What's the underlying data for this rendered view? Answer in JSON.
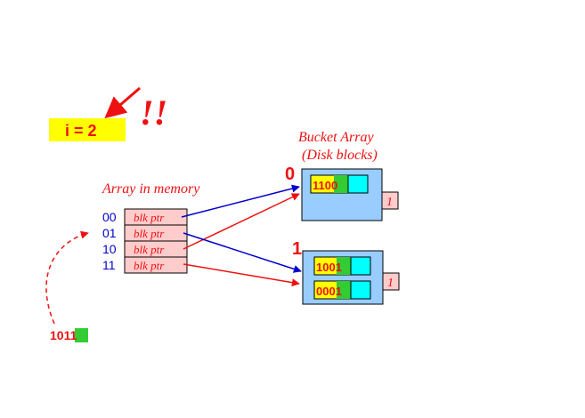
{
  "colors": {
    "red": "#ee1111",
    "blue": "#0000cc",
    "yellow": "#ffff00",
    "cyan": "#00ffff",
    "green": "#33cc33",
    "pink": "#ffcccc",
    "bucket_fill": "#99ccff"
  },
  "global_depth": {
    "label": "i = 2",
    "exclaim": "!!"
  },
  "array_title": "Array in memory",
  "directory": [
    {
      "index": "00",
      "ptr": "blk ptr"
    },
    {
      "index": "01",
      "ptr": "blk ptr"
    },
    {
      "index": "10",
      "ptr": "blk ptr"
    },
    {
      "index": "11",
      "ptr": "blk ptr"
    }
  ],
  "bucket_title": {
    "line1": "Bucket Array",
    "line2": "(Disk blocks)"
  },
  "buckets": [
    {
      "label": "0",
      "local_depth": "1",
      "records": [
        {
          "key_prefix": "110",
          "key_suffix": "0"
        }
      ]
    },
    {
      "label": "1",
      "local_depth": "1",
      "records": [
        {
          "key_prefix": "100",
          "key_suffix": "1"
        },
        {
          "key_prefix": "000",
          "key_suffix": "1"
        }
      ]
    }
  ],
  "lookup_key": {
    "prefix": "101",
    "suffix": "1"
  },
  "pointers": [
    {
      "from": "00",
      "to": "0",
      "color": "blue"
    },
    {
      "from": "10",
      "to": "0",
      "color": "red"
    },
    {
      "from": "01",
      "to": "1",
      "color": "blue"
    },
    {
      "from": "11",
      "to": "1",
      "color": "red"
    }
  ]
}
